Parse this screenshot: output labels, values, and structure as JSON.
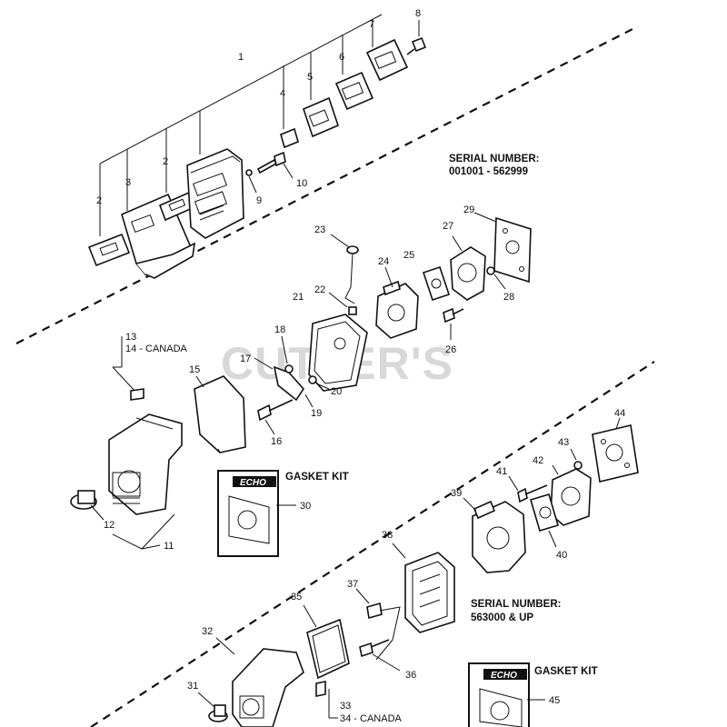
{
  "watermark": "CUTLER'S",
  "sections": {
    "top_serial_header": "SERIAL NUMBER:",
    "top_serial_range": "001001 - 562999",
    "bottom_serial_header": "SERIAL NUMBER:",
    "bottom_serial_range": "563000 & UP"
  },
  "kits": {
    "kit1_title": "GASKET KIT",
    "kit1_logo": "ECHO",
    "kit2_title": "GASKET KIT",
    "kit2_logo": "ECHO"
  },
  "labels": {
    "p1": "1",
    "p2a": "2",
    "p2b": "2",
    "p3": "3",
    "p4": "4",
    "p5": "5",
    "p6": "6",
    "p7": "7",
    "p8": "8",
    "p9": "9",
    "p10": "10",
    "p11": "11",
    "p12": "12",
    "p13": "13",
    "p14": "14 - CANADA",
    "p15": "15",
    "p16": "16",
    "p17": "17",
    "p18": "18",
    "p19": "19",
    "p20": "20",
    "p21": "21",
    "p22": "22",
    "p23": "23",
    "p24": "24",
    "p25": "25",
    "p26": "26",
    "p27": "27",
    "p28": "28",
    "p29": "29",
    "p30": "30",
    "p31": "31",
    "p32": "32",
    "p33": "33",
    "p34": "34 - CANADA",
    "p35": "35",
    "p36": "36",
    "p37": "37",
    "p38": "38",
    "p39": "39",
    "p40": "40",
    "p41": "41",
    "p42": "42",
    "p43": "43",
    "p44": "44",
    "p45": "45"
  }
}
